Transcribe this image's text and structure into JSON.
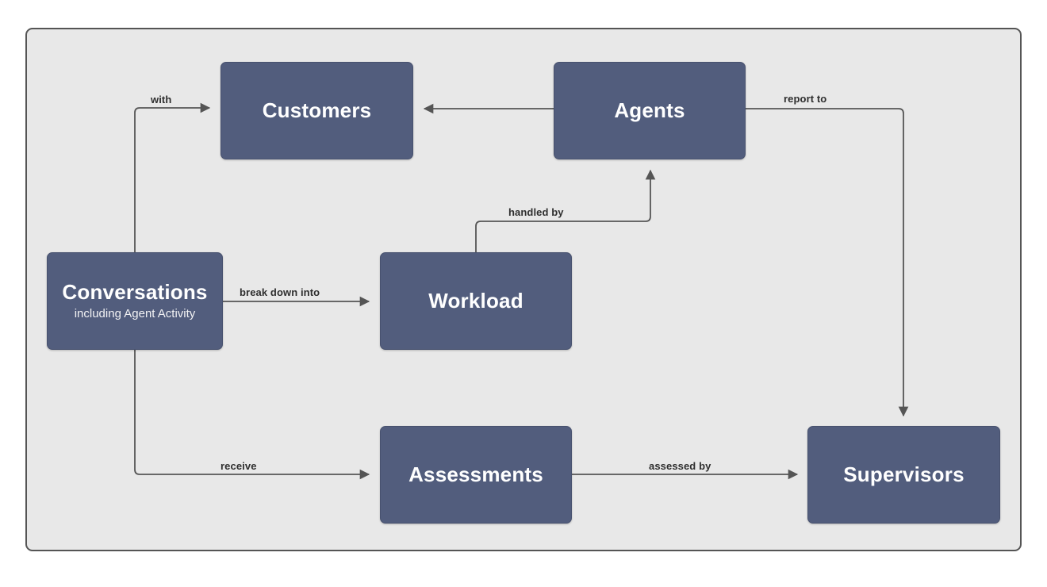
{
  "diagram": {
    "type": "entity-relationship-flow",
    "background_color": "#e8e8e8",
    "frame_border_color": "#555555",
    "node_fill_color": "#525d7d",
    "node_text_color": "#ffffff",
    "edge_color": "#555555",
    "edge_label_color": "#2e2e2e",
    "nodes": [
      {
        "id": "customers",
        "title": "Customers",
        "subtitle": ""
      },
      {
        "id": "agents",
        "title": "Agents",
        "subtitle": ""
      },
      {
        "id": "conversations",
        "title": "Conversations",
        "subtitle": "including Agent Activity"
      },
      {
        "id": "workload",
        "title": "Workload",
        "subtitle": ""
      },
      {
        "id": "assessments",
        "title": "Assessments",
        "subtitle": ""
      },
      {
        "id": "supervisors",
        "title": "Supervisors",
        "subtitle": ""
      }
    ],
    "edges": [
      {
        "id": "conv-customers",
        "from": "conversations",
        "to": "customers",
        "label": "with"
      },
      {
        "id": "agents-customers",
        "from": "agents",
        "to": "customers",
        "label": ""
      },
      {
        "id": "agents-super",
        "from": "agents",
        "to": "supervisors",
        "label": "report to"
      },
      {
        "id": "conv-workload",
        "from": "conversations",
        "to": "workload",
        "label": "break down into"
      },
      {
        "id": "workload-agents",
        "from": "workload",
        "to": "agents",
        "label": "handled by"
      },
      {
        "id": "conv-assess",
        "from": "conversations",
        "to": "assessments",
        "label": "receive"
      },
      {
        "id": "assess-super",
        "from": "assessments",
        "to": "supervisors",
        "label": "assessed by"
      }
    ]
  }
}
